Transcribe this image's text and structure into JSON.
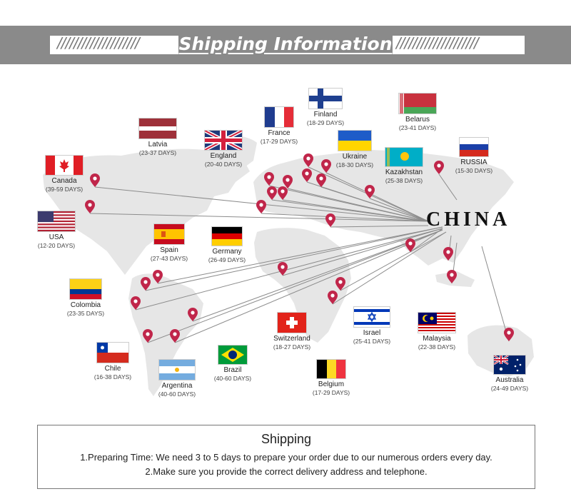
{
  "header": {
    "title": "Shipping Information"
  },
  "hub_label": "CHINA",
  "countries": [
    {
      "name": "Finland",
      "days": "(18-29 DAYS)",
      "flag": "finland"
    },
    {
      "name": "Belarus",
      "days": "(23-41 DAYS)",
      "flag": "belarus"
    },
    {
      "name": "France",
      "days": "(17-29 DAYS)",
      "flag": "france"
    },
    {
      "name": "Latvia",
      "days": "(23-37 DAYS)",
      "flag": "latvia"
    },
    {
      "name": "England",
      "days": "(20-40 DAYS)",
      "flag": "uk"
    },
    {
      "name": "Ukraine",
      "days": "(18-30 DAYS)",
      "flag": "ukraine"
    },
    {
      "name": "RUSSIA",
      "days": "(15-30 DAYS)",
      "flag": "russia"
    },
    {
      "name": "Kazakhstan",
      "days": "(25-38 DAYS)",
      "flag": "kazakhstan"
    },
    {
      "name": "Canada",
      "days": "(39-59 DAYS)",
      "flag": "canada"
    },
    {
      "name": "USA",
      "days": "(12-20 DAYS)",
      "flag": "usa"
    },
    {
      "name": "Spain",
      "days": "(27-43 DAYS)",
      "flag": "spain"
    },
    {
      "name": "Germany",
      "days": "(26-49 DAYS)",
      "flag": "germany"
    },
    {
      "name": "Colombia",
      "days": "(23-35 DAYS)",
      "flag": "colombia"
    },
    {
      "name": "Switzerland",
      "days": "(18-27 DAYS)",
      "flag": "switzerland"
    },
    {
      "name": "Israel",
      "days": "(25-41 DAYS)",
      "flag": "israel"
    },
    {
      "name": "Malaysia",
      "days": "(22-38 DAYS)",
      "flag": "malaysia"
    },
    {
      "name": "Chile",
      "days": "(16-38 DAYS)",
      "flag": "chile"
    },
    {
      "name": "Brazil",
      "days": "(40-60 DAYS)",
      "flag": "brazil"
    },
    {
      "name": "Argentina",
      "days": "(40-60 DAYS)",
      "flag": "argentina"
    },
    {
      "name": "Belgium",
      "days": "(17-29 DAYS)",
      "flag": "belgium"
    },
    {
      "name": "Australia",
      "days": "(24-49 DAYS)",
      "flag": "australia"
    }
  ],
  "info": {
    "title": "Shipping",
    "line1": "1.Preparing Time: We need 3 to 5 days to prepare your order due to our numerous orders every day.",
    "line2": "2.Make sure you provide the correct delivery address and telephone."
  },
  "colors": {
    "banner": "#8a8a8a",
    "pin": "#c0264a",
    "land": "#e6e6e6",
    "route": "#8c8c8c"
  }
}
